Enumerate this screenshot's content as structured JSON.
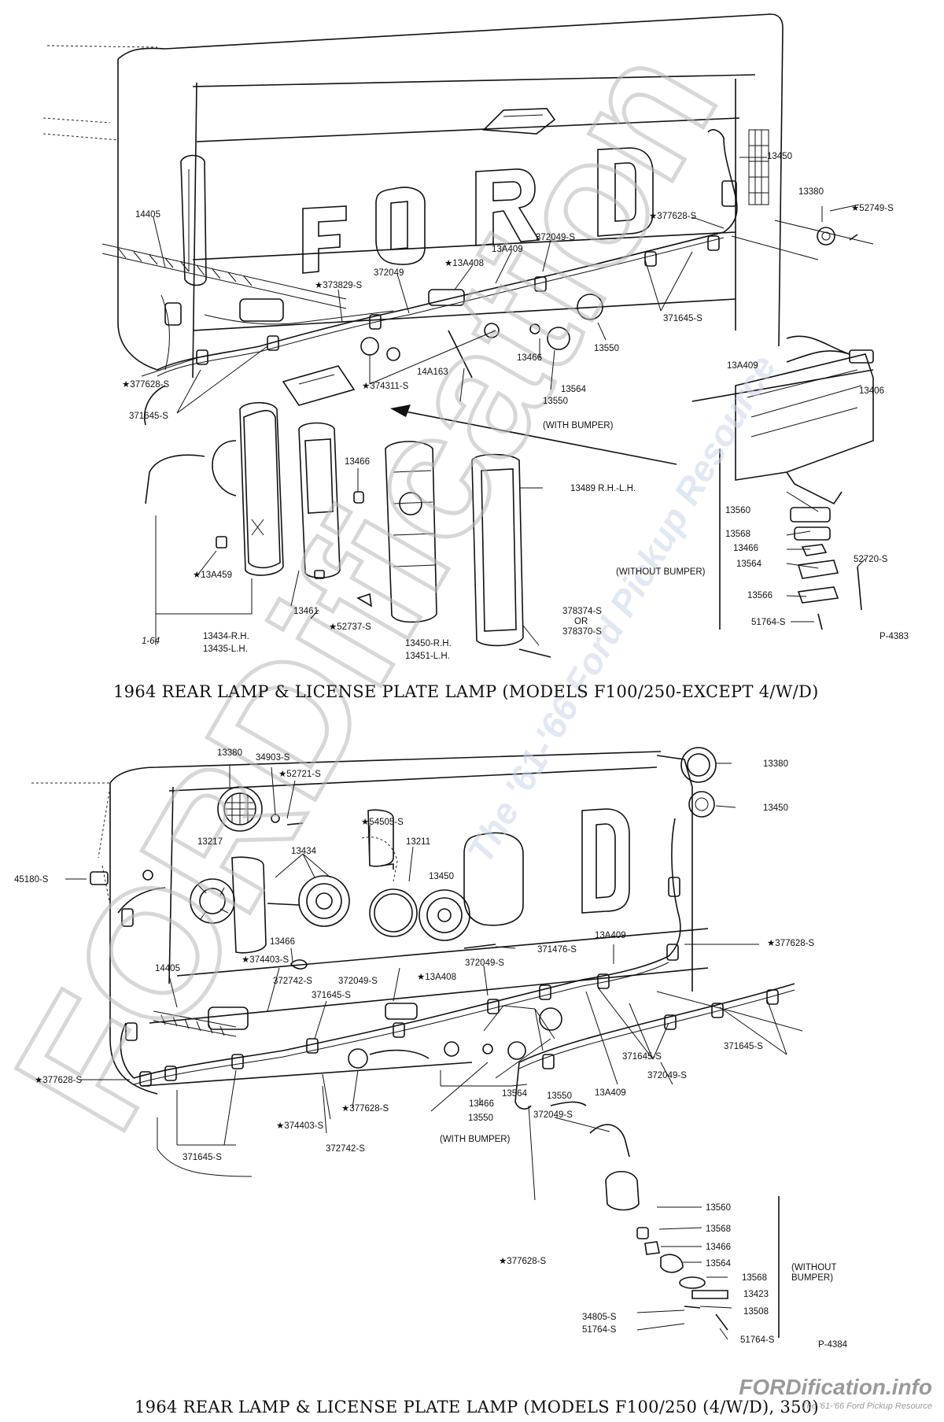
{
  "diagram1": {
    "caption": "1964 REAR LAMP & LICENSE PLATE LAMP (MODELS F100/250-EXCEPT 4/W/D)",
    "page_code": "P-4383",
    "corner_mark": "1-64",
    "tailgate_text": "FORD",
    "labels": [
      "13450",
      "13380",
      "★377628-S",
      "★52749-S",
      "14405",
      "372049-S",
      "13A409",
      "★13A408",
      "372049",
      "★373829-S",
      "371645-S",
      "13550",
      "14A163",
      "13466",
      "★377628-S",
      "★374311-S",
      "13564",
      "13550",
      "(WITH BUMPER)",
      "371645-S",
      "13A409",
      "13406",
      "13466",
      "13489 R.H.-L.H.",
      "13560",
      "13568",
      "13466",
      "13564",
      "52720-S",
      "(WITHOUT BUMPER)",
      "13566",
      "51764-S",
      "★13A459",
      "13461",
      "★52737-S",
      "378374-S",
      "OR",
      "378370-S",
      "13434-R.H.",
      "13435-L.H.",
      "13450-R.H.",
      "13451-L.H."
    ]
  },
  "diagram2": {
    "caption": "1964 REAR LAMP & LICENSE PLATE LAMP (MODELS F100/250 (4/W/D), 350)",
    "page_code": "P-4384",
    "tailgate_text": "FORD",
    "labels": [
      "13380",
      "34903-S",
      "★52721-S",
      "13380",
      "13450",
      "★54505-S",
      "13217",
      "13211",
      "13434",
      "45180-S",
      "13450",
      "★377628-S",
      "13A409",
      "371476-S",
      "13466",
      "★374403-S",
      "372742-S",
      "372049-S",
      "★13A408",
      "372049-S",
      "14405",
      "371645-S",
      "371645-S",
      "371645-S",
      "★377628-S",
      "13550",
      "372049-S",
      "13466",
      "13564",
      "★377628-S",
      "13A409",
      "★374403-S",
      "13550",
      "(WITH BUMPER)",
      "372049-S",
      "372742-S",
      "371645-S",
      "13560",
      "13568",
      "13466",
      "13564",
      "13568",
      "(WITHOUT BUMPER)",
      "13423",
      "★377628-S",
      "34805-S",
      "13508",
      "51764-S",
      "51764-S"
    ]
  },
  "watermark": {
    "text": "FORDification",
    "subtext": "The '61-'66 Ford Pickup Resource",
    "brand": "FORDification.info",
    "brand_sub": "The '61-'66 Ford Pickup Resource"
  }
}
